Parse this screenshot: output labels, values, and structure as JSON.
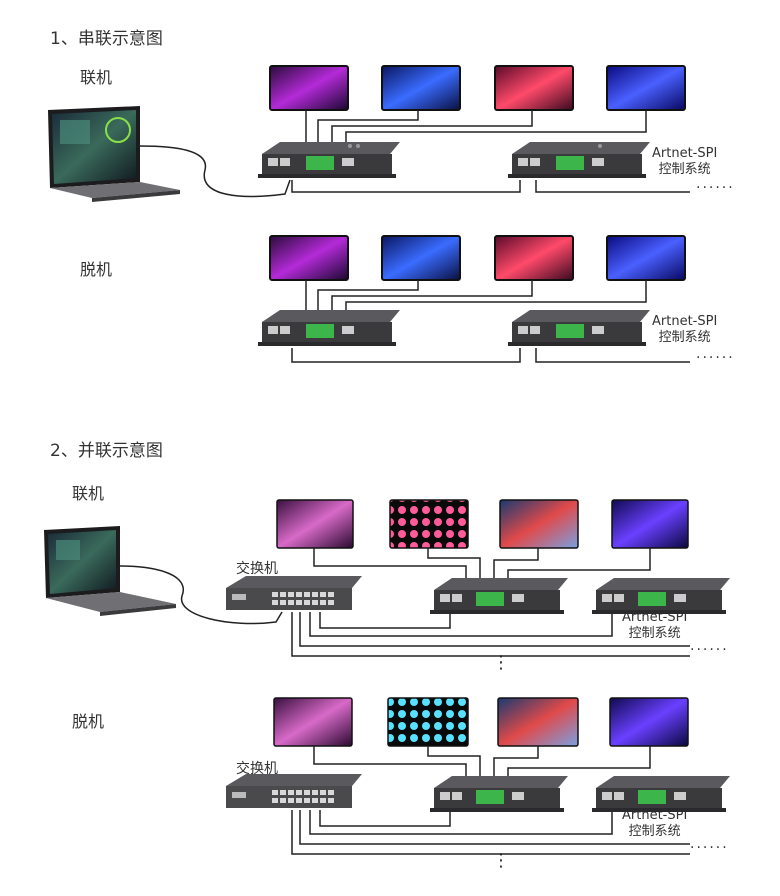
{
  "sections": [
    {
      "title": "1、串联示意图",
      "online_label": "联机",
      "offline_label": "脱机",
      "controller_label_line1": "Artnet-SPI",
      "controller_label_line2": "控制系统",
      "ellipsis": "......"
    },
    {
      "title": "2、并联示意图",
      "online_label": "联机",
      "offline_label": "脱机",
      "switch_label": "交换机",
      "controller_label_line1": "Artnet-SPI",
      "controller_label_line2": "控制系统",
      "ellipsis": "......",
      "vertical_ellipsis": "⋮"
    }
  ],
  "colors": {
    "controller_body": "#3a3a3c",
    "terminal_green": "#3cb54a",
    "wire": "#222222",
    "switch_body": "#4a4a4c"
  }
}
